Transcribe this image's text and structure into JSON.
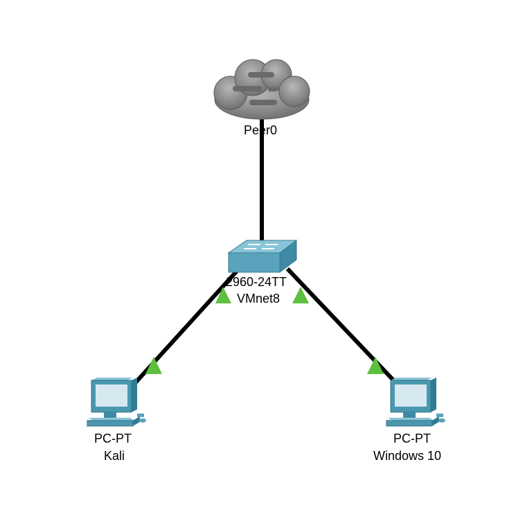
{
  "topology": {
    "devices": [
      {
        "id": "peer0",
        "type_label": "",
        "name_label": "Peer0",
        "icon": "cloud-icon"
      },
      {
        "id": "switch",
        "type_label": "2960-24TT",
        "name_label": "VMnet8",
        "icon": "switch-icon"
      },
      {
        "id": "kali",
        "type_label": "PC-PT",
        "name_label": "Kali",
        "icon": "pc-icon"
      },
      {
        "id": "win10",
        "type_label": "PC-PT",
        "name_label": "Windows 10",
        "icon": "pc-icon"
      }
    ],
    "links": [
      {
        "from": "peer0",
        "to": "switch",
        "status": "no-indicator"
      },
      {
        "from": "switch",
        "to": "kali",
        "status": "up"
      },
      {
        "from": "switch",
        "to": "win10",
        "status": "up"
      }
    ],
    "colors": {
      "link": "#000000",
      "link_up": "#5fbf3f",
      "cloud": "#8c8c8c",
      "switch": "#5a9fb8",
      "pc_screen": "#d6e8f0",
      "pc_body": "#4a98b0"
    }
  }
}
